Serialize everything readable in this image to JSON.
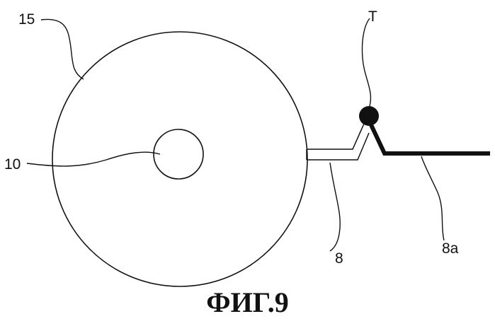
{
  "figure": {
    "caption": "ФИГ.9",
    "labels": {
      "disc": "15",
      "hub": "10",
      "tip": "T",
      "lead_wire": "8",
      "lead_wire_thick": "8a"
    },
    "colors": {
      "line": "#111111",
      "background": "#ffffff"
    }
  }
}
